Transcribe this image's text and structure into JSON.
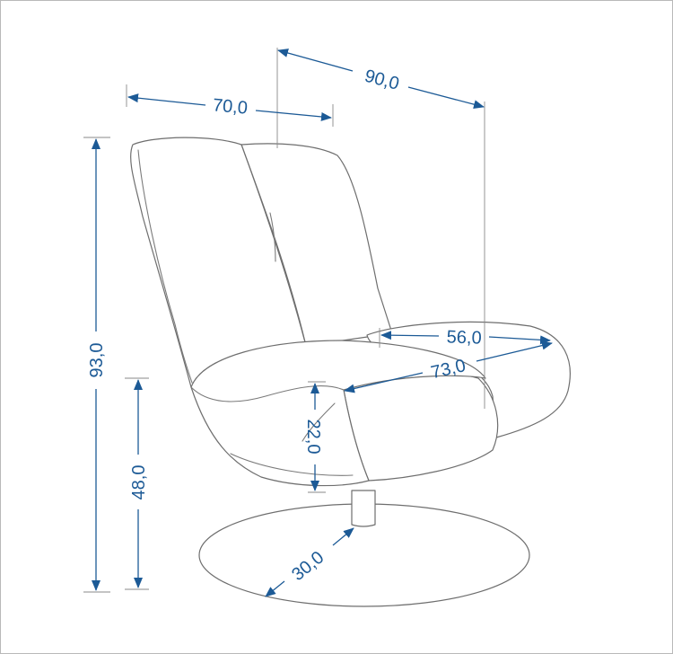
{
  "diagram": {
    "subject": "swivel lounge chair",
    "dimensions": {
      "width_top": "70,0",
      "depth_top": "90,0",
      "height_total": "93,0",
      "seat_height": "48,0",
      "seat_thickness": "22,0",
      "seat_width": "56,0",
      "seat_depth": "73,0",
      "base_diameter": "30,0"
    },
    "colors": {
      "dimension": "#1c5a96",
      "outline": "#6e6e6e",
      "background": "#ffffff"
    }
  }
}
